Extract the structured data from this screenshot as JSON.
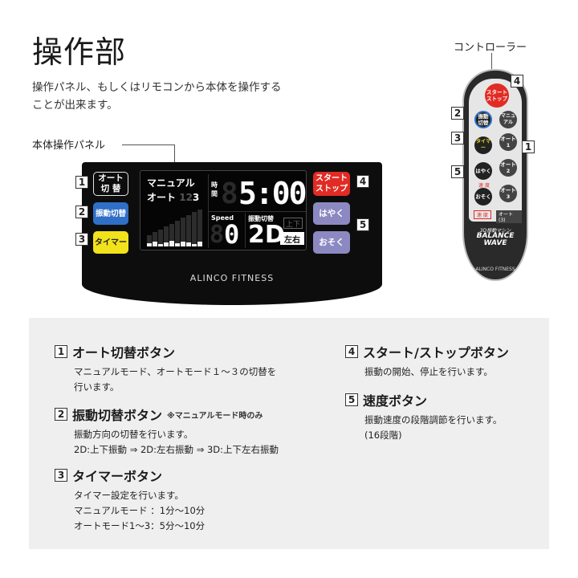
{
  "header": {
    "title": "操作部",
    "description_line1": "操作パネル、もしくはリモコンから本体を操作する",
    "description_line2": "ことが出来ます。"
  },
  "labels": {
    "panel": "本体操作パネル",
    "remote": "コントローラー"
  },
  "panel": {
    "auto_button": "オート\n切 替",
    "vibration_button": "振動切替",
    "timer_button": "タイマー",
    "start_stop_button": "スタート\nストップ",
    "faster_button": "はやく",
    "slower_button": "おそく",
    "brand": "ALINCO FITNESS",
    "lcd": {
      "manual": "マニュアル",
      "auto": "オート",
      "auto_n1": "1",
      "auto_n2": "2",
      "auto_n3": "3",
      "time_label": "時\n間",
      "ghost_digit": "8",
      "time": "5:00",
      "speed_label": "Speed",
      "speed_ghost": "8",
      "speed_value": "0",
      "vib_label": "振動切替",
      "vib_mode": "2D",
      "up_down": "上下",
      "left_right": "左右"
    }
  },
  "remote": {
    "start_stop": "スタート\nストップ",
    "vibration": "振動\n切替",
    "manual": "マニュアル",
    "timer": "タイマー",
    "auto1": "オート\n1",
    "faster": "はやく",
    "auto2": "オート\n2",
    "speed_text": "速 度",
    "slower": "おそく",
    "auto3": "オート\n3",
    "speed_tag": "速 度",
    "auto_tag": "オート(3)",
    "logo_top": "3D振動マシン",
    "logo_main1": "BALANCE",
    "logo_main2": "WAVE",
    "brand": "ALINCO FITNESS"
  },
  "markers": [
    "1",
    "2",
    "3",
    "4",
    "5"
  ],
  "items": [
    {
      "num": "1",
      "title": "オート切替ボタン",
      "note": "",
      "lines": [
        "マニュアルモード、オートモード１～３の切替を",
        "行います。"
      ]
    },
    {
      "num": "2",
      "title": "振動切替ボタン",
      "note": "※マニュアルモード時のみ",
      "lines": [
        "振動方向の切替を行います。",
        "2D:上下振動 ⇒ 2D:左右振動 ⇒ 3D:上下左右振動"
      ]
    },
    {
      "num": "3",
      "title": "タイマーボタン",
      "note": "",
      "lines": [
        "タイマー設定を行います。",
        "マニュアルモード ：1分～10分",
        "オートモード1～3：5分～10分"
      ]
    },
    {
      "num": "4",
      "title": "スタート/ストップボタン",
      "note": "",
      "lines": [
        "振動の開始、停止を行います。"
      ]
    },
    {
      "num": "5",
      "title": "速度ボタン",
      "note": "",
      "lines": [
        "振動速度の段階調節を行います。",
        "(16段階)"
      ]
    }
  ],
  "colors": {
    "start_red": "#e12b24",
    "vibration_blue": "#2f6fc7",
    "timer_yellow": "#f1e21c",
    "speed_purple": "#8c89c2",
    "info_bg": "#efefef"
  }
}
